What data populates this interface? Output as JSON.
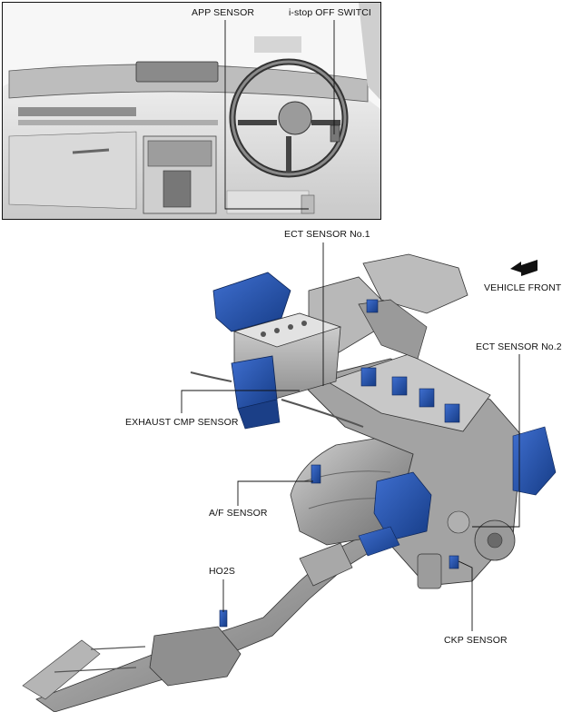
{
  "labels": {
    "app_sensor": "APP SENSOR",
    "istop_switch": "i-stop OFF SWITCI",
    "ect_sensor_1": "ECT SENSOR No.1",
    "vehicle_front": "VEHICLE FRONT",
    "ect_sensor_2": "ECT SENSOR No.2",
    "exhaust_cmp_sensor": "EXHAUST CMP SENSOR",
    "af_sensor": "A/F SENSOR",
    "ho2s": "HO2S",
    "ckp_sensor": "CKP SENSOR"
  },
  "colors": {
    "highlight_blue": "#1f4fa8",
    "metal_gray": "#9a9a9a",
    "line_black": "#111111"
  }
}
